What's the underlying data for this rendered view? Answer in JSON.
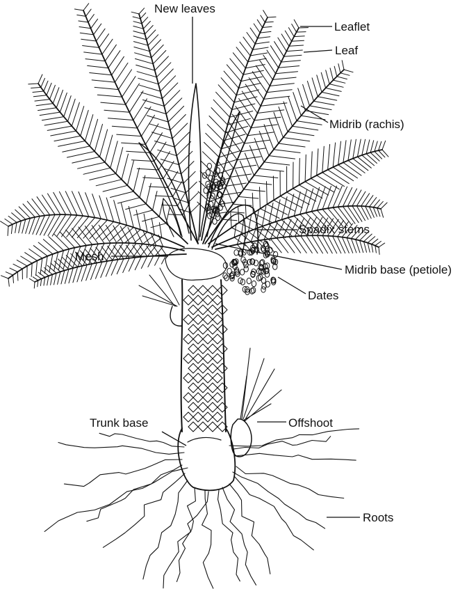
{
  "diagram": {
    "labels": {
      "new_leaves": "New leaves",
      "leaflet": "Leaflet",
      "leaf": "Leaf",
      "midrib_rachis": "Midrib (rachis)",
      "spadix_stems": "Spadix stems",
      "mesh": "Mesh",
      "midrib_base": "Midrib base (petiole)",
      "dates": "Dates",
      "trunk_base": "Trunk base",
      "offshoot": "Offshoot",
      "roots": "Roots"
    },
    "colors": {
      "ink": "#111111",
      "background": "#ffffff"
    }
  }
}
